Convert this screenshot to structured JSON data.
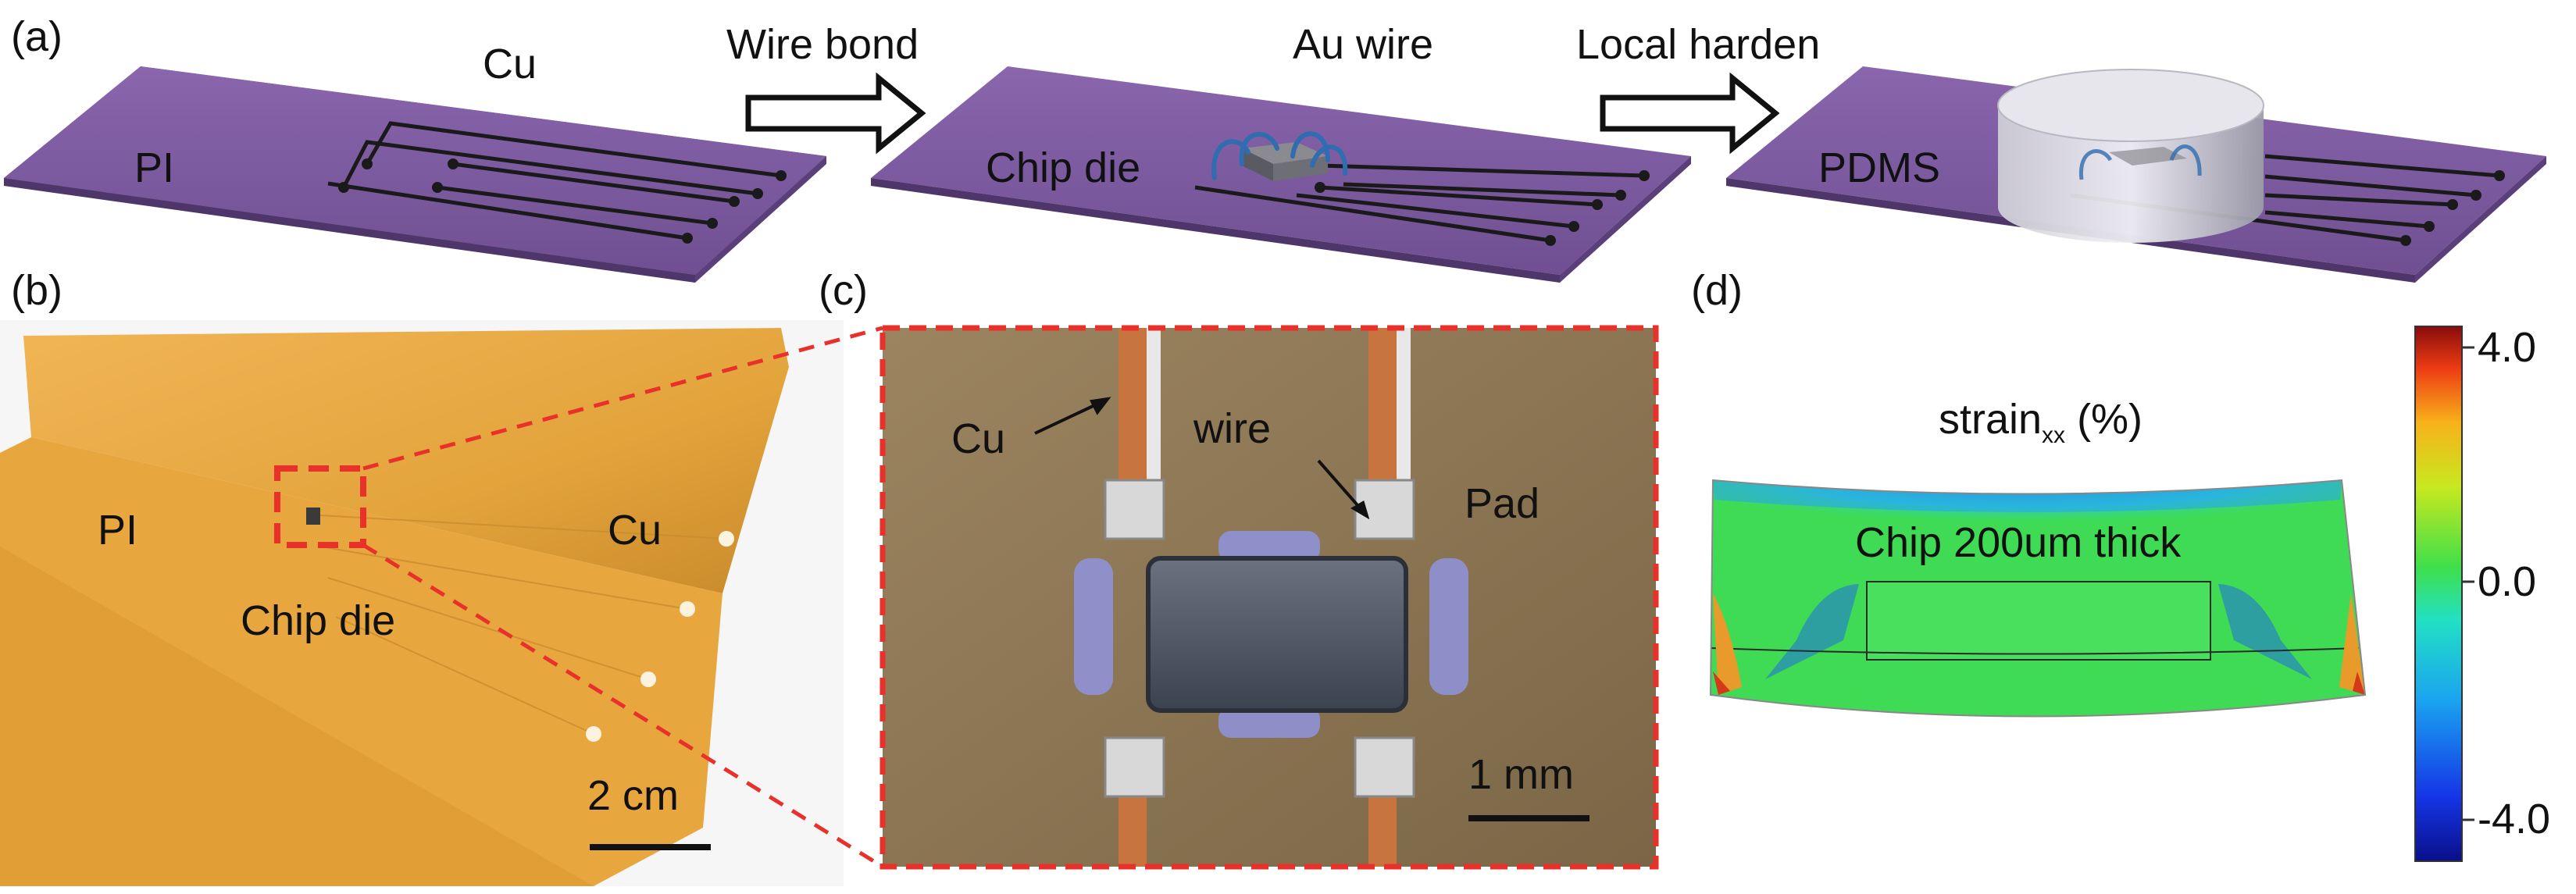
{
  "panels": {
    "a": {
      "letter": "(a)",
      "step1": {
        "substrate": "PI",
        "trace": "Cu"
      },
      "arrow1": "Wire bond",
      "step2": {
        "chip": "Chip die",
        "wire": "Au wire"
      },
      "arrow2": "Local harden",
      "step3": {
        "encapsulant": "PDMS"
      }
    },
    "b": {
      "letter": "(b)",
      "substrate": "PI",
      "trace": "Cu",
      "chip": "Chip die",
      "scale_bar": "2 cm"
    },
    "c": {
      "letter": "(c)",
      "trace": "Cu",
      "wire": "wire",
      "pad": "Pad",
      "scale_bar": "1 mm"
    },
    "d": {
      "letter": "(d)",
      "title_main": "strain",
      "title_sub": "xx",
      "title_unit": "(%)",
      "annotation": "Chip 200um thick",
      "colorbar": {
        "max": "4.0",
        "mid": "0.0",
        "min": "-4.0"
      }
    }
  },
  "colors": {
    "substrate_purple": "#7b5a9c",
    "polyimide_orange": "#e9a83a",
    "copper": "#c8743e",
    "highlight_red": "#e8312a",
    "au_wire_blue": "#2f6db0"
  }
}
